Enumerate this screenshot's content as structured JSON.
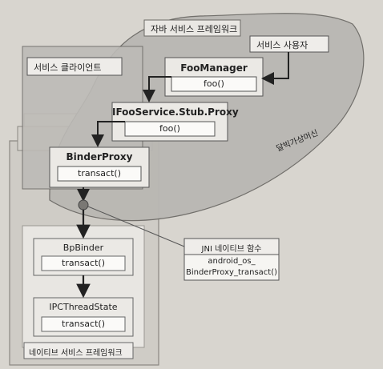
{
  "labels": {
    "java_framework": "자바 서비스 프레임워크",
    "service_user": "서비스 사용자",
    "service_client": "서비스 클라이언트",
    "dalvik_vm": "달빅가상머신",
    "jni_function": "JNI 네이티브 함수",
    "native_framework": "네이티브 서비스 프레임워크"
  },
  "boxes": {
    "foo_manager": {
      "title": "FooManager",
      "method": "foo()"
    },
    "ifoo_proxy": {
      "title": "IFooService.Stub.Proxy",
      "method": "foo()"
    },
    "binder_proxy": {
      "title": "BinderProxy",
      "method": "transact()"
    },
    "bp_binder": {
      "title": "BpBinder",
      "method": "transact()"
    },
    "ipc_thread_state": {
      "title": "IPCThreadState",
      "method": "transact()"
    }
  },
  "jni_box": {
    "line1": "android_os_",
    "line2": "BinderProxy_transact()"
  }
}
